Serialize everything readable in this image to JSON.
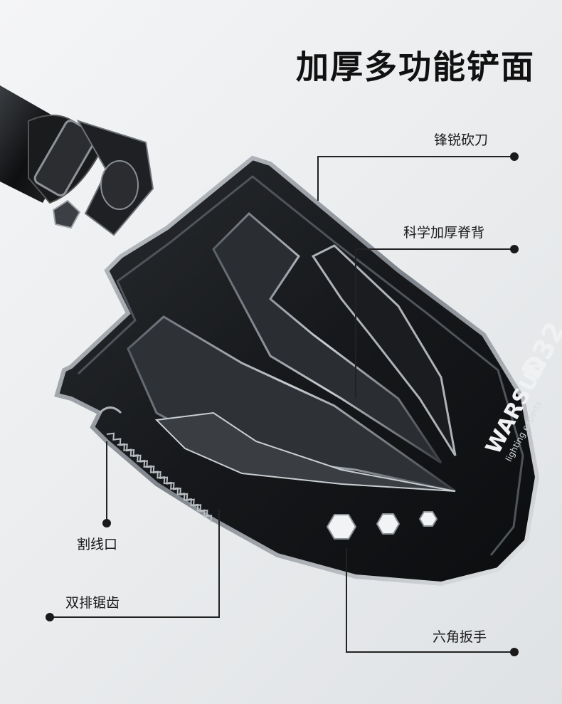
{
  "title": "加厚多功能铲面",
  "brand": {
    "name": "WARSUN",
    "model": "D32",
    "tagline": "lighting experts"
  },
  "callouts": [
    {
      "id": "edge",
      "label": "锋锐砍刀"
    },
    {
      "id": "spine",
      "label": "科学加厚脊背"
    },
    {
      "id": "cut",
      "label": "割线口"
    },
    {
      "id": "saw",
      "label": "双排锯齿"
    },
    {
      "id": "wrench",
      "label": "六角扳手"
    }
  ],
  "colors": {
    "background": "#eceef0",
    "blade": "#1c1e21",
    "metal_highlight": "#9aa0a6",
    "text": "#1a1a1a"
  }
}
